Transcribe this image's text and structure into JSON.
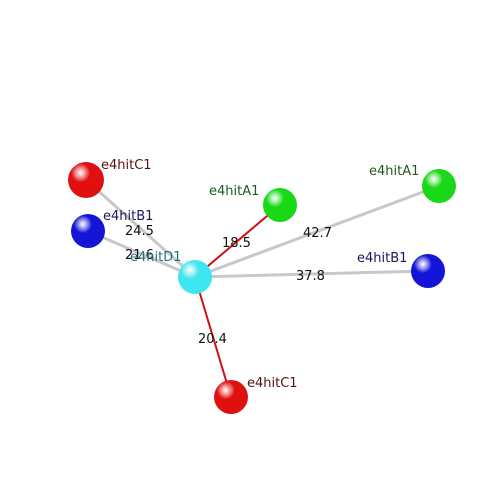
{
  "center": {
    "label": "e4hitD1",
    "color": "#3fe6f0",
    "label_color": "#2a6f78"
  },
  "nodes": [
    {
      "label": "e4hitC1",
      "color": "#e01010",
      "label_color": "#5a1010",
      "bond": "24.5",
      "bond_color": "#c8c8c8"
    },
    {
      "label": "e4hitB1",
      "color": "#1414d8",
      "label_color": "#1a1a5a",
      "bond": "21.6",
      "bond_color": "#c8c8c8"
    },
    {
      "label": "e4hitA1",
      "color": "#18d818",
      "label_color": "#1e5a1e",
      "bond": "18.5",
      "bond_color": "#d01010"
    },
    {
      "label": "e4hitA1",
      "color": "#18d818",
      "label_color": "#1e5a1e",
      "bond": "42.7",
      "bond_color": "#c8c8c8"
    },
    {
      "label": "e4hitB1",
      "color": "#1414d8",
      "label_color": "#1a1a5a",
      "bond": "37.8",
      "bond_color": "#c8c8c8"
    },
    {
      "label": "e4hitC1",
      "color": "#e01010",
      "label_color": "#5a1010",
      "bond": "20.4",
      "bond_color": "#d01010"
    }
  ]
}
